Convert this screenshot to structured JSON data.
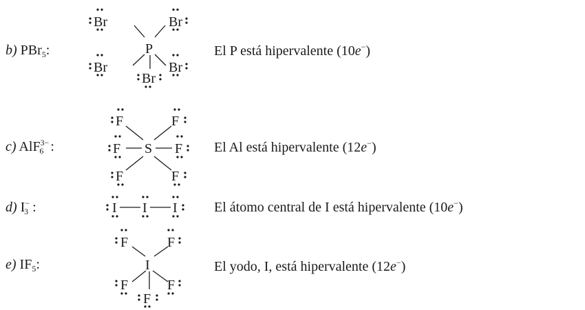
{
  "rows": [
    {
      "letter": "b)",
      "formula": "PBr",
      "sub": "5",
      "sup": "",
      "colon": ":",
      "central": "P",
      "ligand": "Br",
      "statement_pre": "El P está hipervalente (10",
      "e": "e",
      "minus": "−",
      "close": ")"
    },
    {
      "letter": "c)",
      "formula": "AlF",
      "sub": "6",
      "sup": "3−",
      "colon": ":",
      "central": "S",
      "ligand": "F",
      "statement_pre": "El Al está hipervalente (12",
      "e": "e",
      "minus": "−",
      "close": ")"
    },
    {
      "letter": "d)",
      "formula": "I",
      "sub": "3",
      "sup": "−",
      "colon": ":",
      "central": "I",
      "ligand": "I",
      "statement_pre": "El átomo central de I está hipervalente (10",
      "e": "e",
      "minus": "−",
      "close": ")"
    },
    {
      "letter": "e)",
      "formula": "IF",
      "sub": "5",
      "sup": "",
      "colon": ":",
      "central": "I",
      "ligand": "F",
      "statement_pre": "El yodo, I, está hipervalente (12",
      "e": "e",
      "minus": "−",
      "close": ")"
    }
  ]
}
